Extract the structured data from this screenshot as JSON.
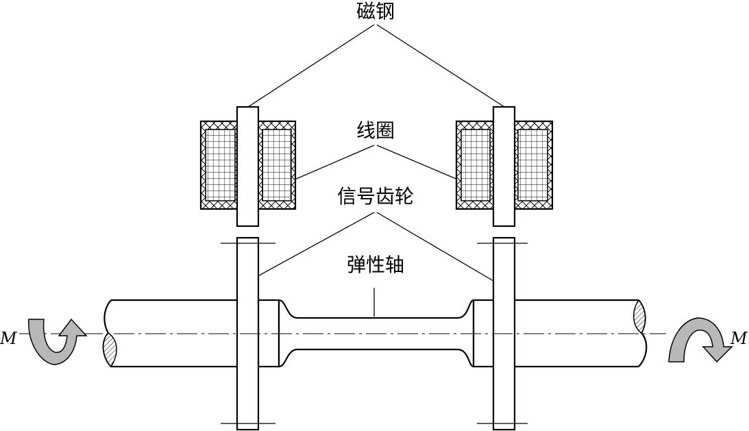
{
  "labels": {
    "magnet": "磁钢",
    "coil": "线圈",
    "gear": "信号齿轮",
    "shaft": "弹性轴",
    "torque_left": "M",
    "torque_right": "M"
  },
  "colors": {
    "line": "#000000",
    "arrow_fill": "#b8b8b8",
    "background": "#ffffff"
  },
  "icons": {
    "torque_left": "curved-arrow-up",
    "torque_right": "curved-arrow-down"
  }
}
